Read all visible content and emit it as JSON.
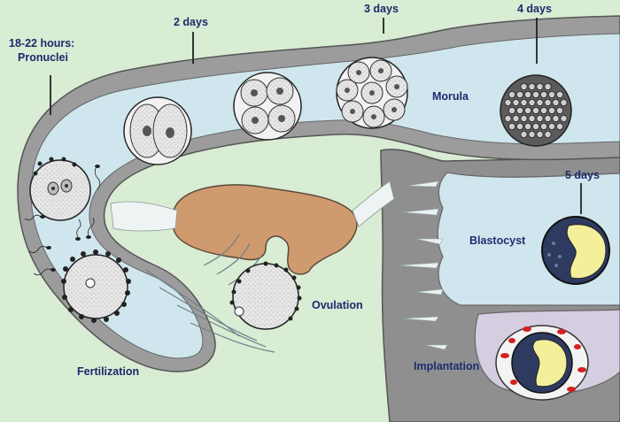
{
  "labels": {
    "pronuclei_line1": "18-22 hours:",
    "pronuclei_line2": "Pronuclei",
    "day2": "2 days",
    "day3": "3 days",
    "day4": "4 days",
    "day5": "5 days",
    "morula": "Morula",
    "blastocyst": "Blastocyst",
    "ovulation": "Ovulation",
    "fertilization": "Fertilization",
    "implantation": "Implantation"
  },
  "colors": {
    "background": "#d9ecd4",
    "tube_wall": "#9c9c9c",
    "lumen": "#cfe6ee",
    "ovary": "#cf9a6e",
    "uterine_wall": "#8f8f8f",
    "yolk": "#f4ef9a",
    "label": "#1c2a6b"
  },
  "icons": [
    "zygote",
    "two-cell-embryo",
    "four-cell-embryo",
    "eight-cell-embryo",
    "morula",
    "blastocyst",
    "oocyte",
    "implanted-embryo"
  ]
}
